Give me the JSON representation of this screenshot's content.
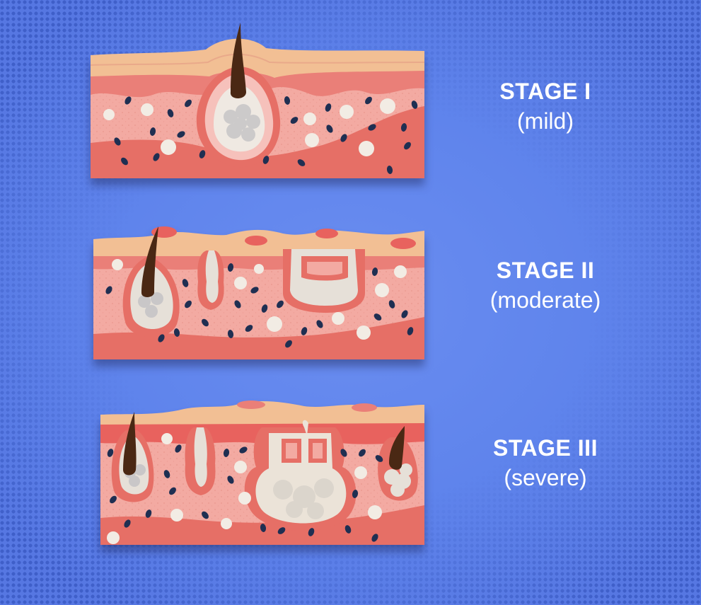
{
  "stages": [
    {
      "title": "STAGE I",
      "severity": "(mild)"
    },
    {
      "title": "STAGE II",
      "severity": "(moderate)"
    },
    {
      "title": "STAGE III",
      "severity": "(severe)"
    }
  ],
  "colors": {
    "background": "#5b7fe6",
    "epidermis": "#f2bf94",
    "dermis": "#f3aaa2",
    "tissue_pink": "#f6c1bb",
    "inflamed": "#e8625e",
    "pus": "#ebe3d8",
    "hair": "#4a2814",
    "bacteria": "#1f2f52"
  },
  "icons": [
    "skin-cross-section",
    "hair-follicle",
    "abscess",
    "bacteria"
  ]
}
